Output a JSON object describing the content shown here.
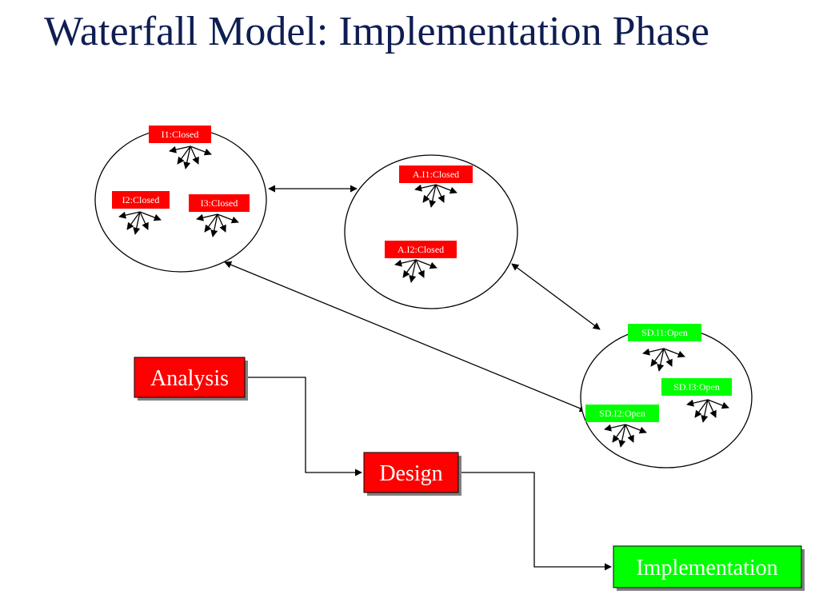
{
  "title": "Waterfall Model: Implementation Phase",
  "colors": {
    "closed": "#ff0000",
    "open": "#00ff00",
    "title": "#0e1e52"
  },
  "clusters": [
    {
      "name": "implementation-cluster",
      "issues": [
        {
          "label": "I1:Closed",
          "status": "closed"
        },
        {
          "label": "I2:Closed",
          "status": "closed"
        },
        {
          "label": "I3:Closed",
          "status": "closed"
        }
      ]
    },
    {
      "name": "analysis-cluster",
      "issues": [
        {
          "label": "A.I1:Closed",
          "status": "closed"
        },
        {
          "label": "A.I2:Closed",
          "status": "closed"
        }
      ]
    },
    {
      "name": "system-design-cluster",
      "issues": [
        {
          "label": "SD.I1:Open",
          "status": "open"
        },
        {
          "label": "SD.I3:Open",
          "status": "open"
        },
        {
          "label": "SD.I2:Open",
          "status": "open"
        }
      ]
    }
  ],
  "phases": [
    {
      "label": "Analysis",
      "status": "closed"
    },
    {
      "label": "Design",
      "status": "closed"
    },
    {
      "label": "Implementation",
      "status": "open"
    }
  ]
}
